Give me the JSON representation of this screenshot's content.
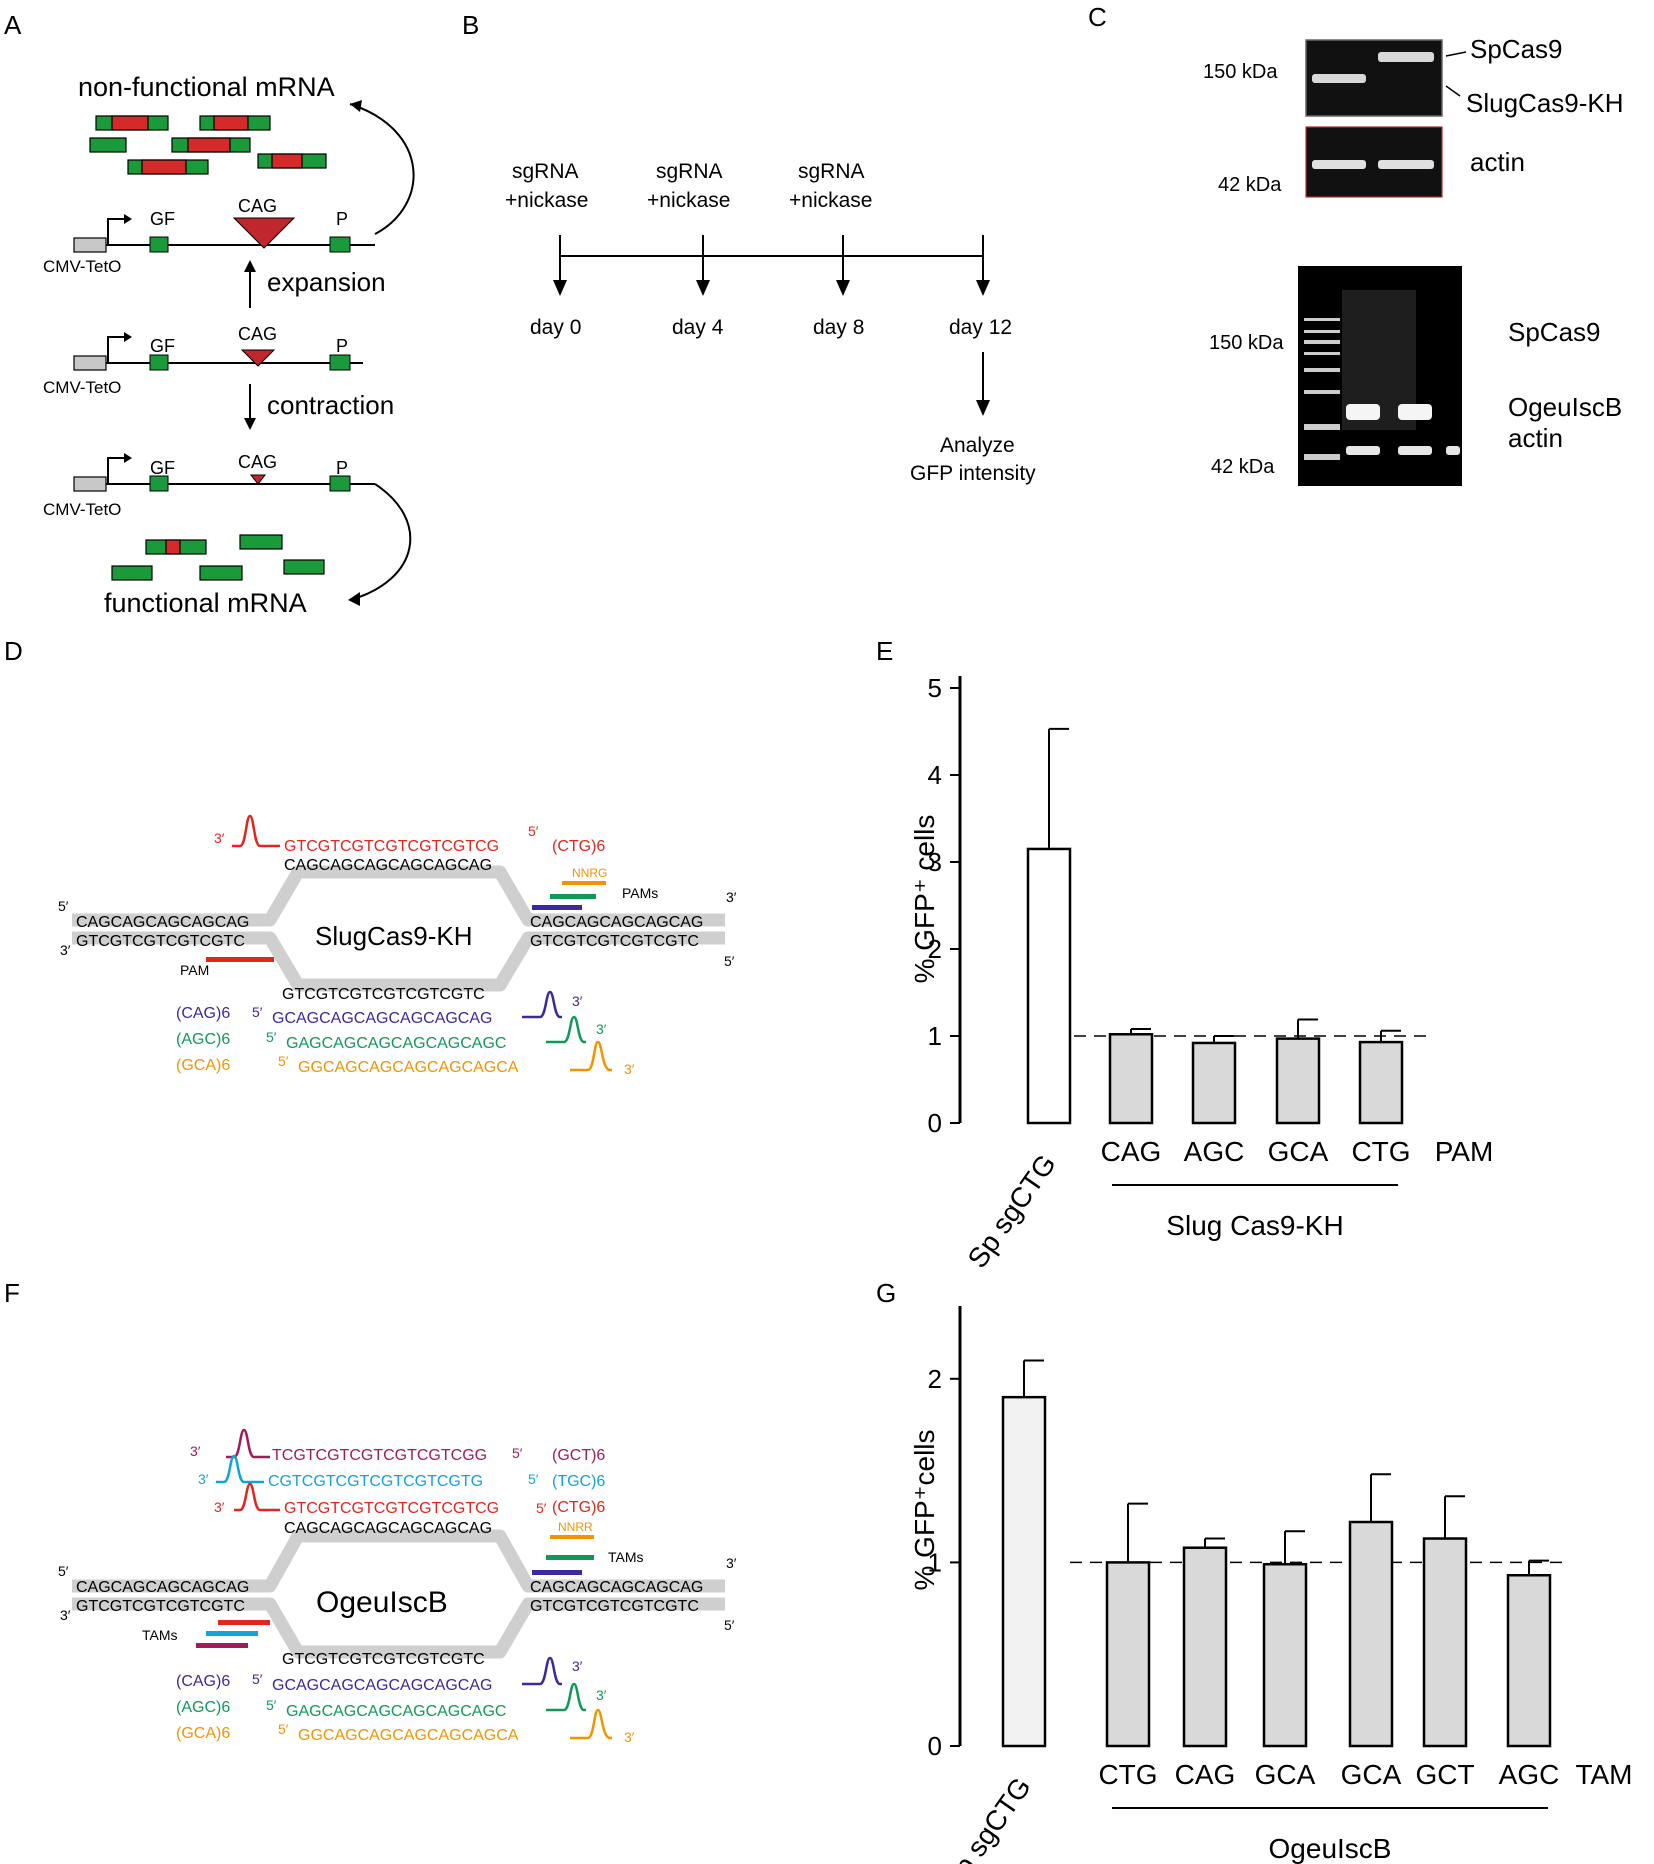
{
  "panels": {
    "A": {
      "letter": "A",
      "title_top": "non-functional mRNA",
      "title_bottom": "functional mRNA",
      "labels": {
        "gf": "GF",
        "p": "P",
        "cag": "CAG",
        "promoter": "CMV-TetO",
        "expansion": "expansion",
        "contraction": "contraction"
      }
    },
    "B": {
      "letter": "B",
      "treatment": [
        "sgRNA",
        "+nickase"
      ],
      "days": [
        "day 0",
        "day 4",
        "day 8",
        "day 12"
      ],
      "analyze": [
        "Analyze",
        "GFP intensity"
      ]
    },
    "C": {
      "letter": "C",
      "blot1_markers": [
        "150 kDa",
        "42 kDa"
      ],
      "blot1_labels": [
        "SpCas9",
        "SlugCas9-KH",
        "actin"
      ],
      "blot2_markers": [
        "150 kDa",
        "42 kDa"
      ],
      "blot2_labels": [
        "SpCas9",
        "OgeuIscB",
        "actin"
      ]
    },
    "D": {
      "letter": "D",
      "enzyme": "SlugCas9-KH",
      "top_guide": "GTCGTCGTCGTCGTCGTCG",
      "top_guide_name": "(CTG)6",
      "top_bubble": "CAGCAGCAGCAGCAGCAG",
      "left_top": "CAGCAGCAGCAGCAG",
      "left_bottom": "GTCGTCGTCGTCGTC",
      "right_top": "CAGCAGCAGCAGCAG",
      "right_bottom": "GTCGTCGTCGTCGTC",
      "bottom_bubble": "GTCGTCGTCGTCGTCGTC",
      "bottom_guides": [
        {
          "name": "(CAG)6",
          "seq": "GCAGCAGCAGCAGCAGCAG",
          "color": "#3a2a9c"
        },
        {
          "name": "(AGC)6",
          "seq": "GAGCAGCAGCAGCAGCAGC",
          "color": "#0f9a57"
        },
        {
          "name": "(GCA)6",
          "seq": "GGCAGCAGCAGCAGCAGCA",
          "color": "#f29400"
        }
      ],
      "pam": "PAM",
      "pams": "PAMs",
      "nnrg": "NNRG",
      "five": "5′",
      "three": "3′"
    },
    "E": {
      "letter": "E",
      "group_label": "Slug Cas9-KH",
      "suffix_label": "PAM",
      "ylabel": "%  GFP⁺ cells"
    },
    "F": {
      "letter": "F",
      "enzyme": "OgeuIscB",
      "top_guides": [
        {
          "name": "(GCT)6",
          "seq": "TCGTCGTCGTCGTCGTCGG",
          "color": "#a3195b"
        },
        {
          "name": "(TGC)6",
          "seq": "CGTCGTCGTCGTCGTCGTG",
          "color": "#13a3d6"
        },
        {
          "name": "(CTG)6",
          "seq": "GTCGTCGTCGTCGTCGTCG",
          "color": "#e0261d"
        }
      ],
      "top_bubble": "CAGCAGCAGCAGCAGCAG",
      "left_top": "CAGCAGCAGCAGCAG",
      "left_bottom": "GTCGTCGTCGTCGTC",
      "right_top": "CAGCAGCAGCAGCAG",
      "right_bottom": "GTCGTCGTCGTCGTC",
      "bottom_bubble": "GTCGTCGTCGTCGTCGTC",
      "bottom_guides": [
        {
          "name": "(CAG)6",
          "seq": "GCAGCAGCAGCAGCAGCAG",
          "color": "#3a2a9c"
        },
        {
          "name": "(AGC)6",
          "seq": "GAGCAGCAGCAGCAGCAGC",
          "color": "#0f9a57"
        },
        {
          "name": "(GCA)6",
          "seq": "GGCAGCAGCAGCAGCAGCA",
          "color": "#f29400"
        }
      ],
      "tams": "TAMs",
      "nnrr": "NNRR",
      "five": "5′",
      "three": "3′"
    },
    "G": {
      "letter": "G",
      "group_label": "OgeuIscB",
      "suffix_label": "TAM",
      "ylabel": "% GFP⁺cells"
    }
  },
  "chart_data": [
    {
      "type": "bar",
      "panel": "E",
      "categories": [
        "Sp sgCTG",
        "CAG",
        "AGC",
        "GCA",
        "CTG"
      ],
      "values": [
        3.15,
        1.02,
        0.92,
        0.97,
        0.93
      ],
      "errors": [
        1.38,
        0.06,
        0.08,
        0.22,
        0.13
      ],
      "colors": [
        "#ffffff",
        "#d9d9d9",
        "#d9d9d9",
        "#d9d9d9",
        "#d9d9d9"
      ],
      "reference_line": 1,
      "ylim": [
        0,
        5
      ],
      "yticks": [
        0,
        1,
        2,
        3,
        4,
        5
      ],
      "xlabel": "",
      "ylabel": "%  GFP⁺ cells"
    },
    {
      "type": "bar",
      "panel": "G",
      "categories": [
        "Sp sgCTG",
        "CTG",
        "CAG",
        "GCA",
        "GCA",
        "GCT",
        "AGC"
      ],
      "values": [
        1.9,
        1.0,
        1.08,
        0.99,
        1.22,
        1.13,
        0.93
      ],
      "errors": [
        0.2,
        0.32,
        0.05,
        0.18,
        0.26,
        0.23,
        0.08
      ],
      "colors": [
        "#f2f2f2",
        "#d9d9d9",
        "#d9d9d9",
        "#d9d9d9",
        "#d9d9d9",
        "#d9d9d9",
        "#d9d9d9"
      ],
      "reference_line": 1,
      "ylim": [
        0,
        2.5
      ],
      "yticks": [
        0,
        1,
        2
      ],
      "xlabel": "",
      "ylabel": "% GFP⁺cells"
    }
  ]
}
